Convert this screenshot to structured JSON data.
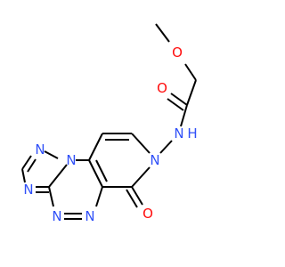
{
  "molecule": {
    "atoms": [
      {
        "id": "o_methoxy",
        "symbol": "O",
        "color": "#ff0d0d"
      },
      {
        "id": "o_amide",
        "symbol": "O",
        "color": "#ff0d0d"
      },
      {
        "id": "n_amide",
        "symbol": "N",
        "color": "#3050f8"
      },
      {
        "id": "h_amide",
        "symbol": "H",
        "color": "#3050f8"
      },
      {
        "id": "n_pyridinone",
        "symbol": "N",
        "color": "#3050f8"
      },
      {
        "id": "o_ketone",
        "symbol": "O",
        "color": "#ff0d0d"
      },
      {
        "id": "n_triazine_1",
        "symbol": "N",
        "color": "#3050f8"
      },
      {
        "id": "n_triazine_2",
        "symbol": "N",
        "color": "#3050f8"
      },
      {
        "id": "n_triazole_1",
        "symbol": "N",
        "color": "#3050f8"
      },
      {
        "id": "n_triazole_2",
        "symbol": "N",
        "color": "#3050f8"
      },
      {
        "id": "n_triazole_3",
        "symbol": "N",
        "color": "#3050f8"
      }
    ]
  }
}
